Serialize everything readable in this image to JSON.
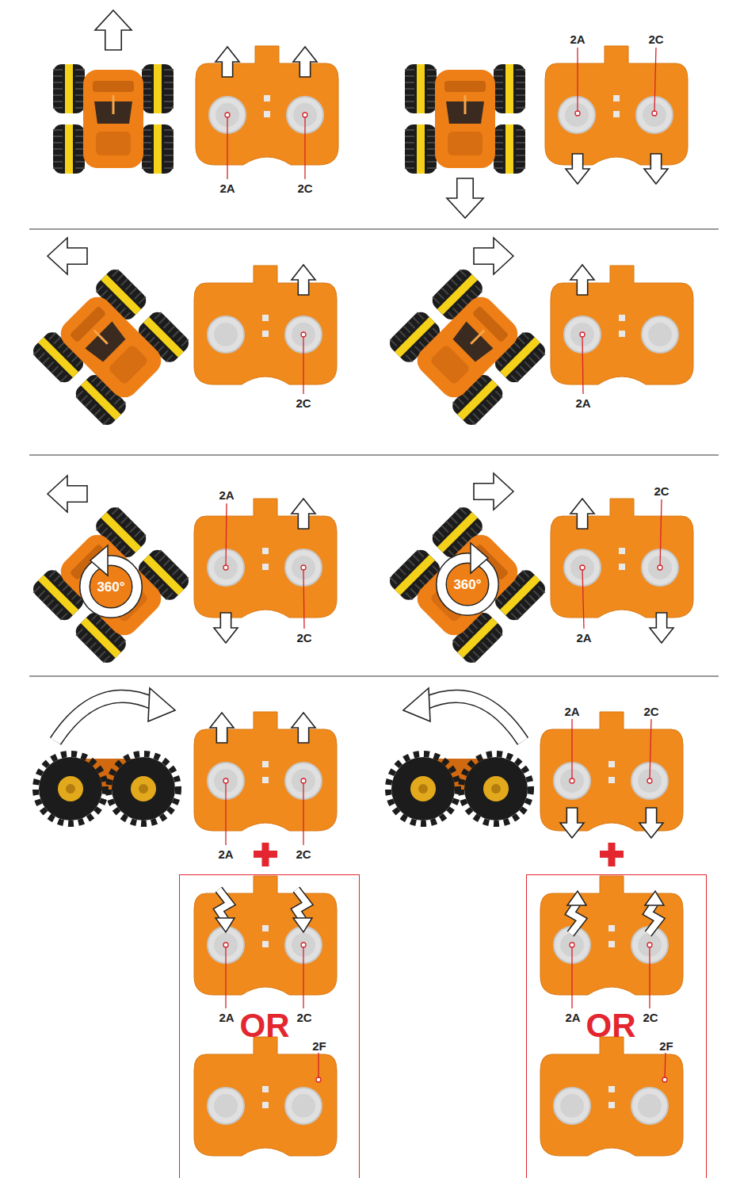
{
  "diagram": {
    "nodes": [
      {
        "text": [
          "2A",
          "OR",
          "2C",
          "2F"
        ]
      },
      {
        "text": [
          "2A",
          "OR",
          "2C",
          "2F"
        ]
      }
    ],
    "labels": [
      "2A",
      "2C",
      "2A",
      "2C",
      "2C",
      "2A",
      "360°",
      "2A",
      "2C",
      "360°",
      "2C",
      "2A",
      "2A",
      "2C",
      "2A",
      "2C"
    ]
  }
}
